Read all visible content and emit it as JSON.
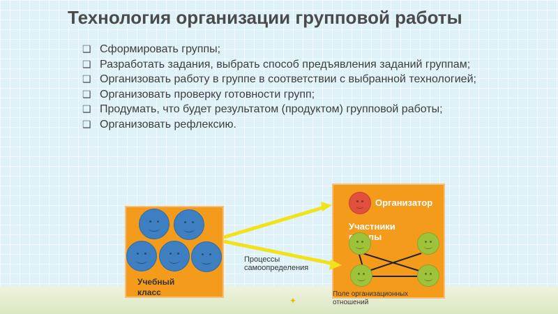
{
  "slide": {
    "title": "Технология организации групповой работы",
    "bullets": [
      "Сформировать группы;",
      "Разработать задания, выбрать способ предъявления заданий группам;",
      "Организовать работу в группе в соответствии с выбранной технологией;",
      "Организовать проверку готовности групп;",
      "Продумать, что будет результатом (продуктом) групповой работы;",
      "Организовать рефлексию."
    ],
    "bullet_symbol": "❑"
  },
  "diagram": {
    "class_label": "Учебный класс",
    "process_label": "Процессы самоопределения",
    "organizer_label": "Организатор",
    "participants_label": "Участники группы",
    "field_label": "Поле организационных отношений"
  },
  "colors": {
    "orange": "#f59b1b",
    "blue_face": "#3d7fc0",
    "red_face": "#e1503c",
    "green_face": "#9fc23b",
    "arrow": "#f2e21a"
  }
}
